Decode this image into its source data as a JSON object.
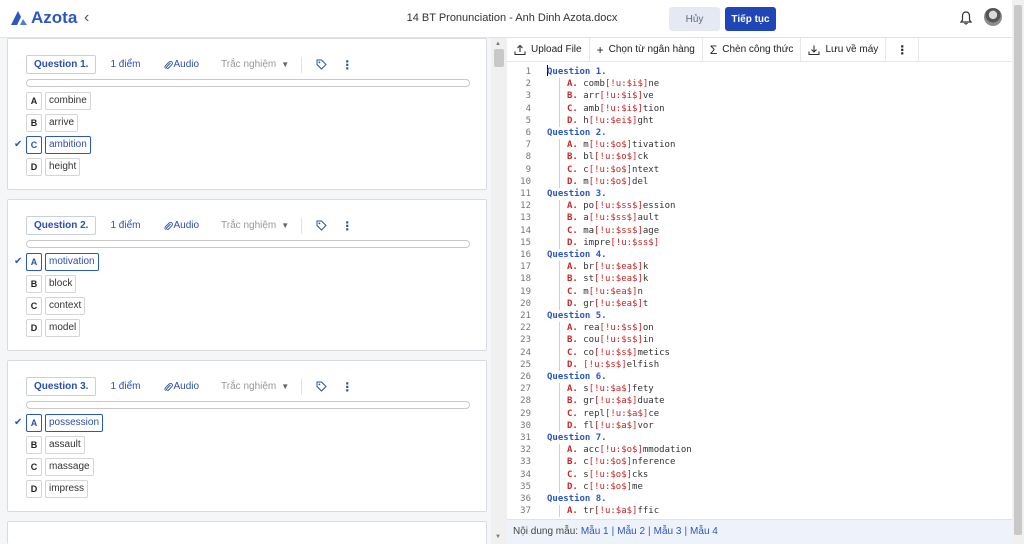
{
  "header": {
    "logo_text": "Azota",
    "doc_title": "14 BT Pronunciation - Anh Dinh Azota.docx",
    "cancel_label": "Hủy",
    "continue_label": "Tiếp tục"
  },
  "colors": {
    "accent": "#1f45b6",
    "answer_marker": "#c62828"
  },
  "questions": [
    {
      "tag": "Question 1.",
      "points": "1 điểm",
      "audio": "Audio",
      "type": "Trắc nghiệm",
      "options": [
        {
          "letter": "A",
          "text": "combine",
          "correct": false
        },
        {
          "letter": "B",
          "text": "arrive",
          "correct": false
        },
        {
          "letter": "C",
          "text": "ambition",
          "correct": true
        },
        {
          "letter": "D",
          "text": "height",
          "correct": false
        }
      ]
    },
    {
      "tag": "Question 2.",
      "points": "1 điểm",
      "audio": "Audio",
      "type": "Trắc nghiệm",
      "options": [
        {
          "letter": "A",
          "text": "motivation",
          "correct": true
        },
        {
          "letter": "B",
          "text": "block",
          "correct": false
        },
        {
          "letter": "C",
          "text": "context",
          "correct": false
        },
        {
          "letter": "D",
          "text": "model",
          "correct": false
        }
      ]
    },
    {
      "tag": "Question 3.",
      "points": "1 điểm",
      "audio": "Audio",
      "type": "Trắc nghiệm",
      "options": [
        {
          "letter": "A",
          "text": "possession",
          "correct": true
        },
        {
          "letter": "B",
          "text": "assault",
          "correct": false
        },
        {
          "letter": "C",
          "text": "massage",
          "correct": false
        },
        {
          "letter": "D",
          "text": "impress",
          "correct": false
        }
      ]
    }
  ],
  "toolbar": {
    "upload": "Upload File",
    "bank": "Chọn từ ngân hàng",
    "formula": "Chèn công thức",
    "save": "Lưu về máy"
  },
  "editor_lines": [
    {
      "n": "1",
      "kind": "q",
      "text": "Question 1."
    },
    {
      "n": "2",
      "kind": "o",
      "label": "A.",
      "pre": "comb",
      "mark": "[!u:$i$]",
      "post": "ne"
    },
    {
      "n": "3",
      "kind": "o",
      "label": "B.",
      "pre": "arr",
      "mark": "[!u:$i$]",
      "post": "ve"
    },
    {
      "n": "4",
      "kind": "o",
      "label": "C.",
      "pre": "amb",
      "mark": "[!u:$i$]",
      "post": "tion"
    },
    {
      "n": "5",
      "kind": "o",
      "label": "D.",
      "pre": "h",
      "mark": "[!u:$ei$]",
      "post": "ght"
    },
    {
      "n": "6",
      "kind": "q",
      "text": "Question 2."
    },
    {
      "n": "7",
      "kind": "o",
      "label": "A.",
      "pre": "m",
      "mark": "[!u:$o$]",
      "post": "tivation"
    },
    {
      "n": "8",
      "kind": "o",
      "label": "B.",
      "pre": "bl",
      "mark": "[!u:$o$]",
      "post": "ck"
    },
    {
      "n": "9",
      "kind": "o",
      "label": "C.",
      "pre": "c",
      "mark": "[!u:$o$]",
      "post": "ntext"
    },
    {
      "n": "10",
      "kind": "o",
      "label": "D.",
      "pre": "m",
      "mark": "[!u:$o$]",
      "post": "del"
    },
    {
      "n": "11",
      "kind": "q",
      "text": "Question 3."
    },
    {
      "n": "12",
      "kind": "o",
      "label": "A.",
      "pre": "po",
      "mark": "[!u:$ss$]",
      "post": "ession"
    },
    {
      "n": "13",
      "kind": "o",
      "label": "B.",
      "pre": "a",
      "mark": "[!u:$ss$]",
      "post": "ault"
    },
    {
      "n": "14",
      "kind": "o",
      "label": "C.",
      "pre": "ma",
      "mark": "[!u:$ss$]",
      "post": "age"
    },
    {
      "n": "15",
      "kind": "o",
      "label": "D.",
      "pre": "impre",
      "mark": "[!u:$ss$]",
      "post": ""
    },
    {
      "n": "16",
      "kind": "q",
      "text": "Question 4."
    },
    {
      "n": "17",
      "kind": "o",
      "label": "A.",
      "pre": "br",
      "mark": "[!u:$ea$]",
      "post": "k"
    },
    {
      "n": "18",
      "kind": "o",
      "label": "B.",
      "pre": "st",
      "mark": "[!u:$ea$]",
      "post": "k"
    },
    {
      "n": "19",
      "kind": "o",
      "label": "C.",
      "pre": "m",
      "mark": "[!u:$ea$]",
      "post": "n"
    },
    {
      "n": "20",
      "kind": "o",
      "label": "D.",
      "pre": "gr",
      "mark": "[!u:$ea$]",
      "post": "t"
    },
    {
      "n": "21",
      "kind": "q",
      "text": "Question 5."
    },
    {
      "n": "22",
      "kind": "o",
      "label": "A.",
      "pre": "rea",
      "mark": "[!u:$s$]",
      "post": "on"
    },
    {
      "n": "23",
      "kind": "o",
      "label": "B.",
      "pre": "cou",
      "mark": "[!u:$s$]",
      "post": "in"
    },
    {
      "n": "24",
      "kind": "o",
      "label": "C.",
      "pre": "co",
      "mark": "[!u:$s$]",
      "post": "metics"
    },
    {
      "n": "25",
      "kind": "o",
      "label": "D.",
      "pre": "",
      "mark": "[!u:$s$]",
      "post": "elfish"
    },
    {
      "n": "26",
      "kind": "q",
      "text": "Question 6."
    },
    {
      "n": "27",
      "kind": "o",
      "label": "A.",
      "pre": "s",
      "mark": "[!u:$a$]",
      "post": "fety"
    },
    {
      "n": "28",
      "kind": "o",
      "label": "B.",
      "pre": "gr",
      "mark": "[!u:$a$]",
      "post": "duate"
    },
    {
      "n": "29",
      "kind": "o",
      "label": "C.",
      "pre": "repl",
      "mark": "[!u:$a$]",
      "post": "ce"
    },
    {
      "n": "30",
      "kind": "o",
      "label": "D.",
      "pre": "fl",
      "mark": "[!u:$a$]",
      "post": "vor"
    },
    {
      "n": "31",
      "kind": "q",
      "text": "Question 7."
    },
    {
      "n": "32",
      "kind": "o",
      "label": "A.",
      "pre": "acc",
      "mark": "[!u:$o$]",
      "post": "mmodation"
    },
    {
      "n": "33",
      "kind": "o",
      "label": "B.",
      "pre": "c",
      "mark": "[!u:$o$]",
      "post": "nference"
    },
    {
      "n": "34",
      "kind": "o",
      "label": "C.",
      "pre": "s",
      "mark": "[!u:$o$]",
      "post": "cks"
    },
    {
      "n": "35",
      "kind": "o",
      "label": "D.",
      "pre": "c",
      "mark": "[!u:$o$]",
      "post": "me"
    },
    {
      "n": "36",
      "kind": "q",
      "text": "Question 8."
    },
    {
      "n": "37",
      "kind": "o",
      "label": "A.",
      "pre": "tr",
      "mark": "[!u:$a$]",
      "post": "ffic"
    }
  ],
  "footer": {
    "label": "Nội dung mẫu:",
    "links": [
      "Mẫu 1",
      "Mẫu 2",
      "Mẫu 3",
      "Mẫu 4"
    ]
  }
}
